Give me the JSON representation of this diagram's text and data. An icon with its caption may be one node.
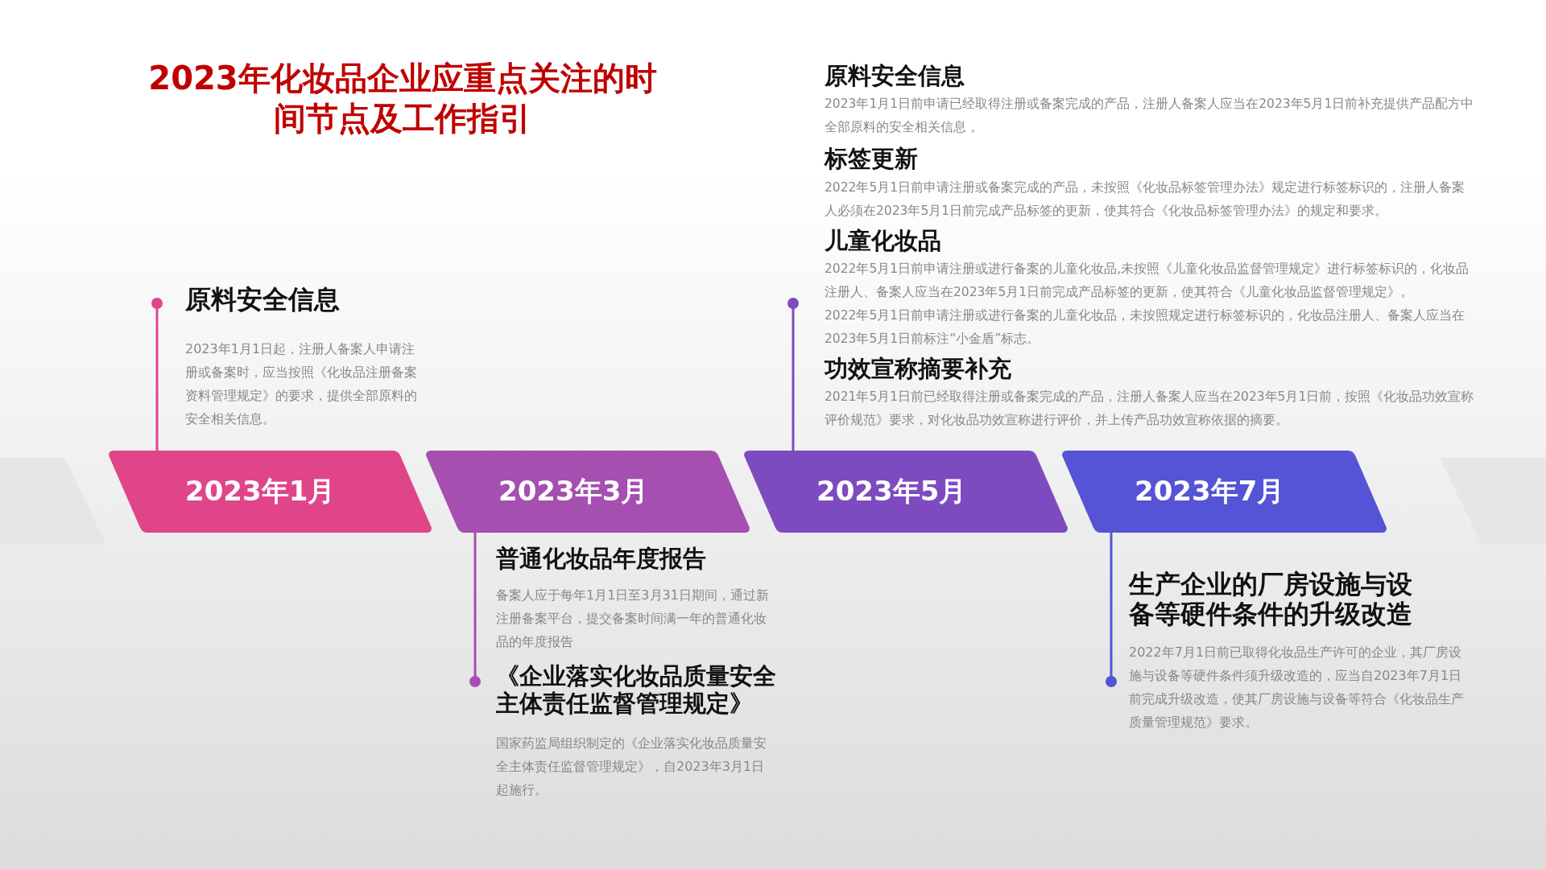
{
  "diagram": {
    "title": "2023年化妆品企业应重点关注的时间节点及工作指引",
    "nodes": [
      {
        "text": [
          "2023年1月"
        ]
      },
      {
        "text": [
          "2023年3月"
        ]
      },
      {
        "text": [
          "2023年5月"
        ]
      },
      {
        "text": [
          "2023年7月"
        ]
      },
      {
        "text": [
          "原料安全信息",
          "2023年1月1日起，注册人备案人申请注册或备案时，应当按照《化妆品注册备案资料管理规定》的要求，提供全部原料的安全相关信息。"
        ]
      },
      {
        "text": [
          "普通化妆品年度报告",
          "备案人应于每年1月1日至3月31日期间，通过新注册备案平台，提交备案时间满一年的普通化妆品的年度报告",
          "《企业落实化妆品质量安全主体责任监督管理规定》",
          "国家药监局组织制定的《企业落实化妆品质量安全主体责任监督管理规定》，自2023年3月1日起施行。"
        ]
      },
      {
        "text": [
          "原料安全信息",
          "2023年1月1日前申请已经取得注册或备案完成的产品，注册人备案人应当在2023年5月1日前补充提供产品配方中全部原料的安全相关信息 。",
          "标签更新",
          "2022年5月1日前申请注册或备案完成的产品，未按照《化妆品标签管理办法》规定进行标签标识的，注册人备案人必须在2023年5月1日前完成产品标签的更新，使其符合《化妆品标签管理办法》的规定和要求。",
          "儿童化妆品",
          "2022年5月1日前申请注册或进行备案的儿童化妆品,未按照《儿童化妆品监督管理规定》进行标签标识的，化妆品注册人、备案人应当在2023年5月1日前完成产品标签的更新，使其符合《儿童化妆品监督管理规定》。",
          "2022年5月1日前申请注册或进行备案的儿童化妆品，未按照规定进行标签标识的，化妆品注册人、备案人应当在2023年5月1日前标注“小金盾”标志。",
          "功效宣称摘要补充",
          "2021年5月1日前已经取得注册或备案完成的产品，注册人备案人应当在2023年5月1日前，按照《化妆品功效宣称评价规范》要求，对化妆品功效宣称进行评价，并上传产品功效宣称依据的摘要。"
        ]
      },
      {
        "text": [],
        "shape": "bar"
      },
      {
        "text": [],
        "shape": "bar"
      },
      {
        "text": [
          "生产企业的厂房设施与设备等硬件条件的升级改造",
          "2022年7月1日前已取得化妆品生产许可的企业，其厂房设施与设备等硬件条件须升级改造的，应当自2023年7月1日前完成升级改造，使其厂房设施与设备等符合《化妆品生产质量管理规范》要求。"
        ]
      }
    ],
    "edges": [
      {
        "from": 0,
        "to": 4,
        "arrow": "other",
        "color": "#e0458a"
      },
      {
        "from": 1,
        "to": 5,
        "arrow": "other",
        "color": "#a54fb0"
      },
      {
        "from": 2,
        "to": 6,
        "arrow": "other",
        "color": "#7d4bbf"
      },
      {
        "from": 3,
        "to": 9,
        "arrow": "other",
        "color": "#5553d6"
      }
    ]
  }
}
